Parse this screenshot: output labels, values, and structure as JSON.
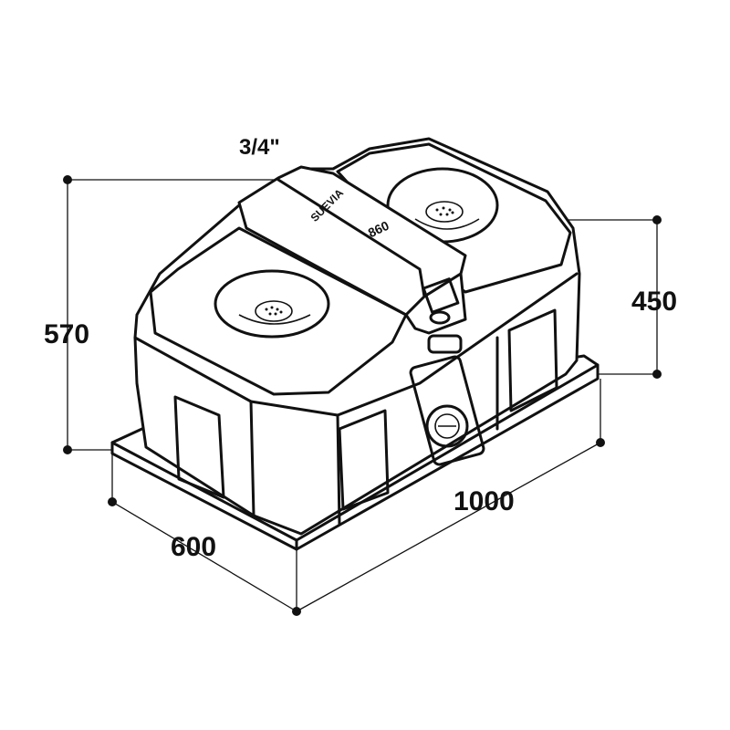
{
  "diagram": {
    "fitting_label": "3/4\"",
    "brand": "SUEVIA",
    "model": "860",
    "dimensions": {
      "total_height": "570",
      "body_height": "450",
      "length": "1000",
      "width": "600"
    }
  }
}
